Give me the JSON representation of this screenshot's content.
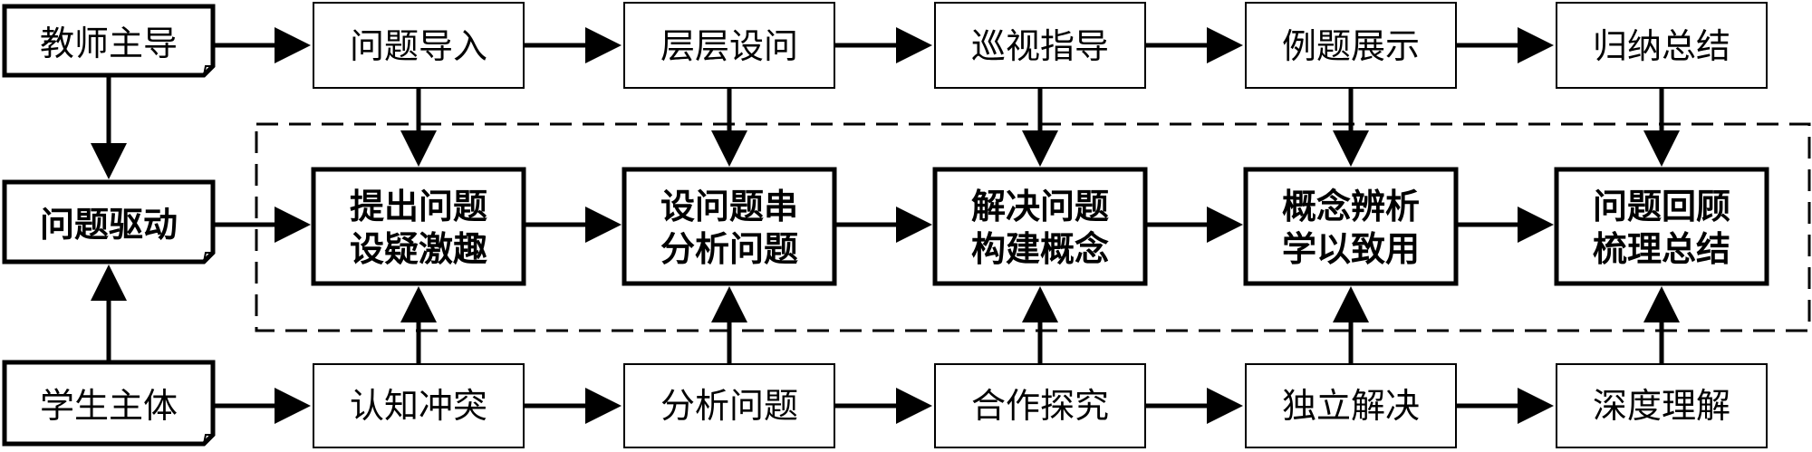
{
  "actors": {
    "teacher": "教师主导",
    "driver": "问题驱动",
    "student": "学生主体"
  },
  "teacher_steps": [
    "问题导入",
    "层层设问",
    "巡视指导",
    "例题展示",
    "归纳总结"
  ],
  "core_steps": [
    [
      "提出问题",
      "设疑激趣"
    ],
    [
      "设问题串",
      "分析问题"
    ],
    [
      "解决问题",
      "构建概念"
    ],
    [
      "概念辨析",
      "学以致用"
    ],
    [
      "问题回顾",
      "梳理总结"
    ]
  ],
  "student_steps": [
    "认知冲突",
    "分析问题",
    "合作探究",
    "独立解决",
    "深度理解"
  ]
}
